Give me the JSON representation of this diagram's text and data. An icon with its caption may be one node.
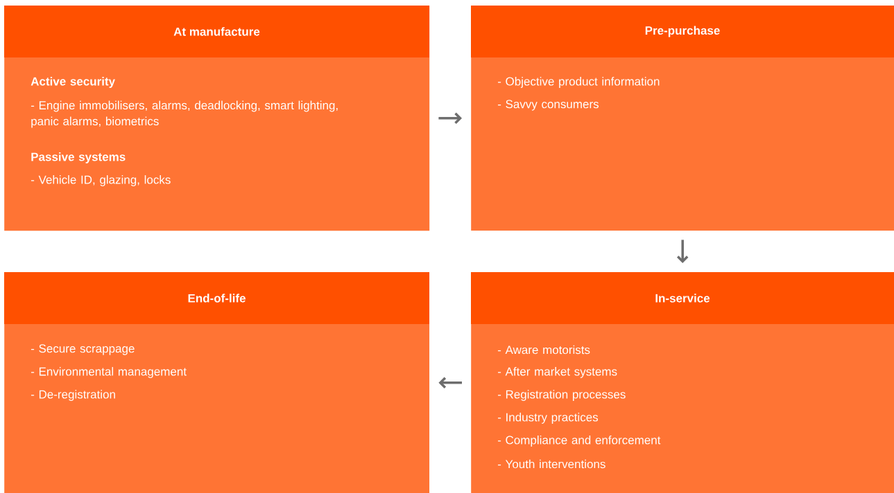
{
  "diagram": {
    "nodes": [
      {
        "text": [
          "At manufacture",
          "Active security",
          "- Engine immobilisers, alarms, deadlocking, smart lighting, panic alarms, biometrics",
          "Passive systems",
          "- Vehicle ID, glazing, locks"
        ]
      },
      {
        "text": [
          "Pre-purchase",
          "- Objective product information",
          "- Savvy consumers"
        ]
      },
      {
        "text": [
          "End-of-life",
          "- Secure scrappage",
          "- Environmental management",
          "- De-registration"
        ]
      },
      {
        "text": [
          "In-service",
          "- Aware motorists",
          "- After market systems",
          "- Registration processes",
          "- Industry practices",
          "- Compliance and enforcement",
          "- Youth interventions"
        ]
      }
    ],
    "edges": [
      {
        "from": 0,
        "to": 1,
        "arrow": "to"
      },
      {
        "from": 1,
        "to": 3,
        "arrow": "to"
      },
      {
        "from": 3,
        "to": 2,
        "arrow": "to"
      }
    ]
  }
}
